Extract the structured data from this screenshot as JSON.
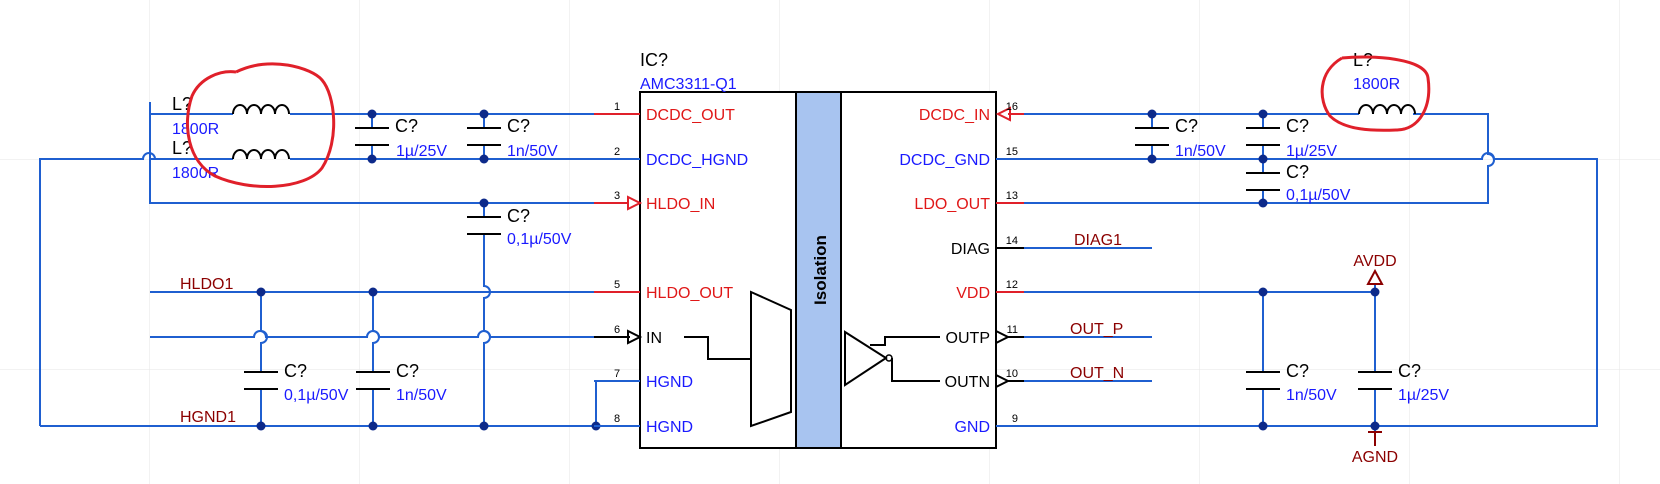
{
  "ic": {
    "ref": "IC?",
    "part": "AMC3311-Q1",
    "isolation_label": "Isolation",
    "left_pins": [
      {
        "num": "1",
        "name": "DCDC_OUT"
      },
      {
        "num": "2",
        "name": "DCDC_HGND"
      },
      {
        "num": "3",
        "name": "HLDO_IN"
      },
      {
        "num": "5",
        "name": "HLDO_OUT"
      },
      {
        "num": "6",
        "name": "IN"
      },
      {
        "num": "7",
        "name": "HGND"
      },
      {
        "num": "8",
        "name": "HGND"
      }
    ],
    "right_pins": [
      {
        "num": "16",
        "name": "DCDC_IN"
      },
      {
        "num": "15",
        "name": "DCDC_GND"
      },
      {
        "num": "13",
        "name": "LDO_OUT"
      },
      {
        "num": "14",
        "name": "DIAG"
      },
      {
        "num": "12",
        "name": "VDD"
      },
      {
        "num": "11",
        "name": "OUTP"
      },
      {
        "num": "10",
        "name": "OUTN"
      },
      {
        "num": "9",
        "name": "GND"
      }
    ]
  },
  "inductors": [
    {
      "ref": "L?",
      "value": "1800R"
    },
    {
      "ref": "L?",
      "value": "1800R"
    },
    {
      "ref": "L?",
      "value": "1800R"
    }
  ],
  "capacitors": [
    {
      "ref": "C?",
      "value": "1µ/25V"
    },
    {
      "ref": "C?",
      "value": "1n/50V"
    },
    {
      "ref": "C?",
      "value": "0,1µ/50V"
    },
    {
      "ref": "C?",
      "value": "0,1µ/50V"
    },
    {
      "ref": "C?",
      "value": "1n/50V"
    },
    {
      "ref": "C?",
      "value": "1n/50V"
    },
    {
      "ref": "C?",
      "value": "1µ/25V"
    },
    {
      "ref": "C?",
      "value": "0,1µ/50V"
    },
    {
      "ref": "C?",
      "value": "1n/50V"
    },
    {
      "ref": "C?",
      "value": "1µ/25V"
    }
  ],
  "nets": {
    "hldo1": "HLDO1",
    "hgnd1": "HGND1",
    "diag1": "DIAG1",
    "out_p": "OUT_P",
    "out_n": "OUT_N"
  },
  "power": {
    "avdd": "AVDD",
    "agnd": "AGND"
  },
  "colors": {
    "wire": "#1f5fd0",
    "power_pin": "#e01818",
    "net_label": "#8b0000",
    "annotation": "#e0202a",
    "isolation_fill": "#a8c4f0"
  }
}
